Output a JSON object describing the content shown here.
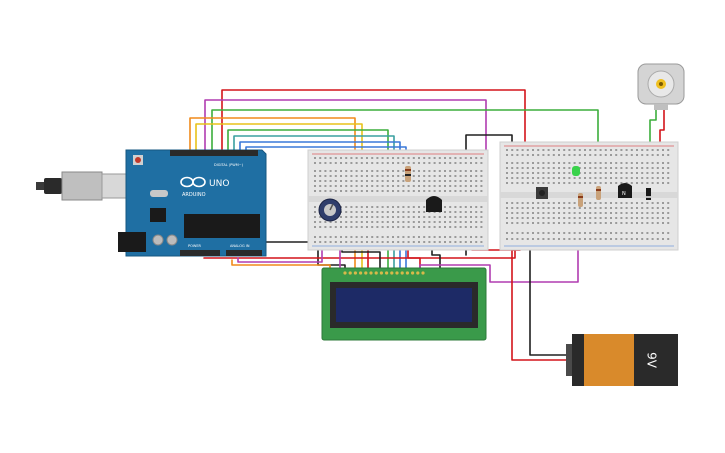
{
  "arduino": {
    "brand": "ARDUINO",
    "model": "UNO",
    "digital_label": "DIGITAL (PWM~)",
    "power_label": "POWER",
    "analog_label": "ANALOG IN"
  },
  "battery": {
    "label": "9V"
  },
  "colors": {
    "arduino_board": "#1f6fa3",
    "breadboard": "#e6e6e6",
    "lcd_pcb": "#3a9a4a",
    "lcd_screen": "#1d2a66",
    "battery_body": "#d98a2b",
    "battery_cap": "#2a2a2a",
    "wire_red": "#d3141a",
    "wire_black": "#202020",
    "wire_orange": "#f08a1c",
    "wire_yellow": "#e8c21a",
    "wire_green": "#3cae3c",
    "wire_blue": "#3a78d8",
    "wire_purple": "#b03cb0",
    "wire_teal": "#3aa0a0",
    "led_green": "#39d24a"
  },
  "icons": [
    "usb-plug-icon",
    "reset-button-icon",
    "potentiometer-icon",
    "transistor-icon",
    "dc-motor-icon",
    "led-icon",
    "pushbutton-icon",
    "resistor-icon"
  ]
}
